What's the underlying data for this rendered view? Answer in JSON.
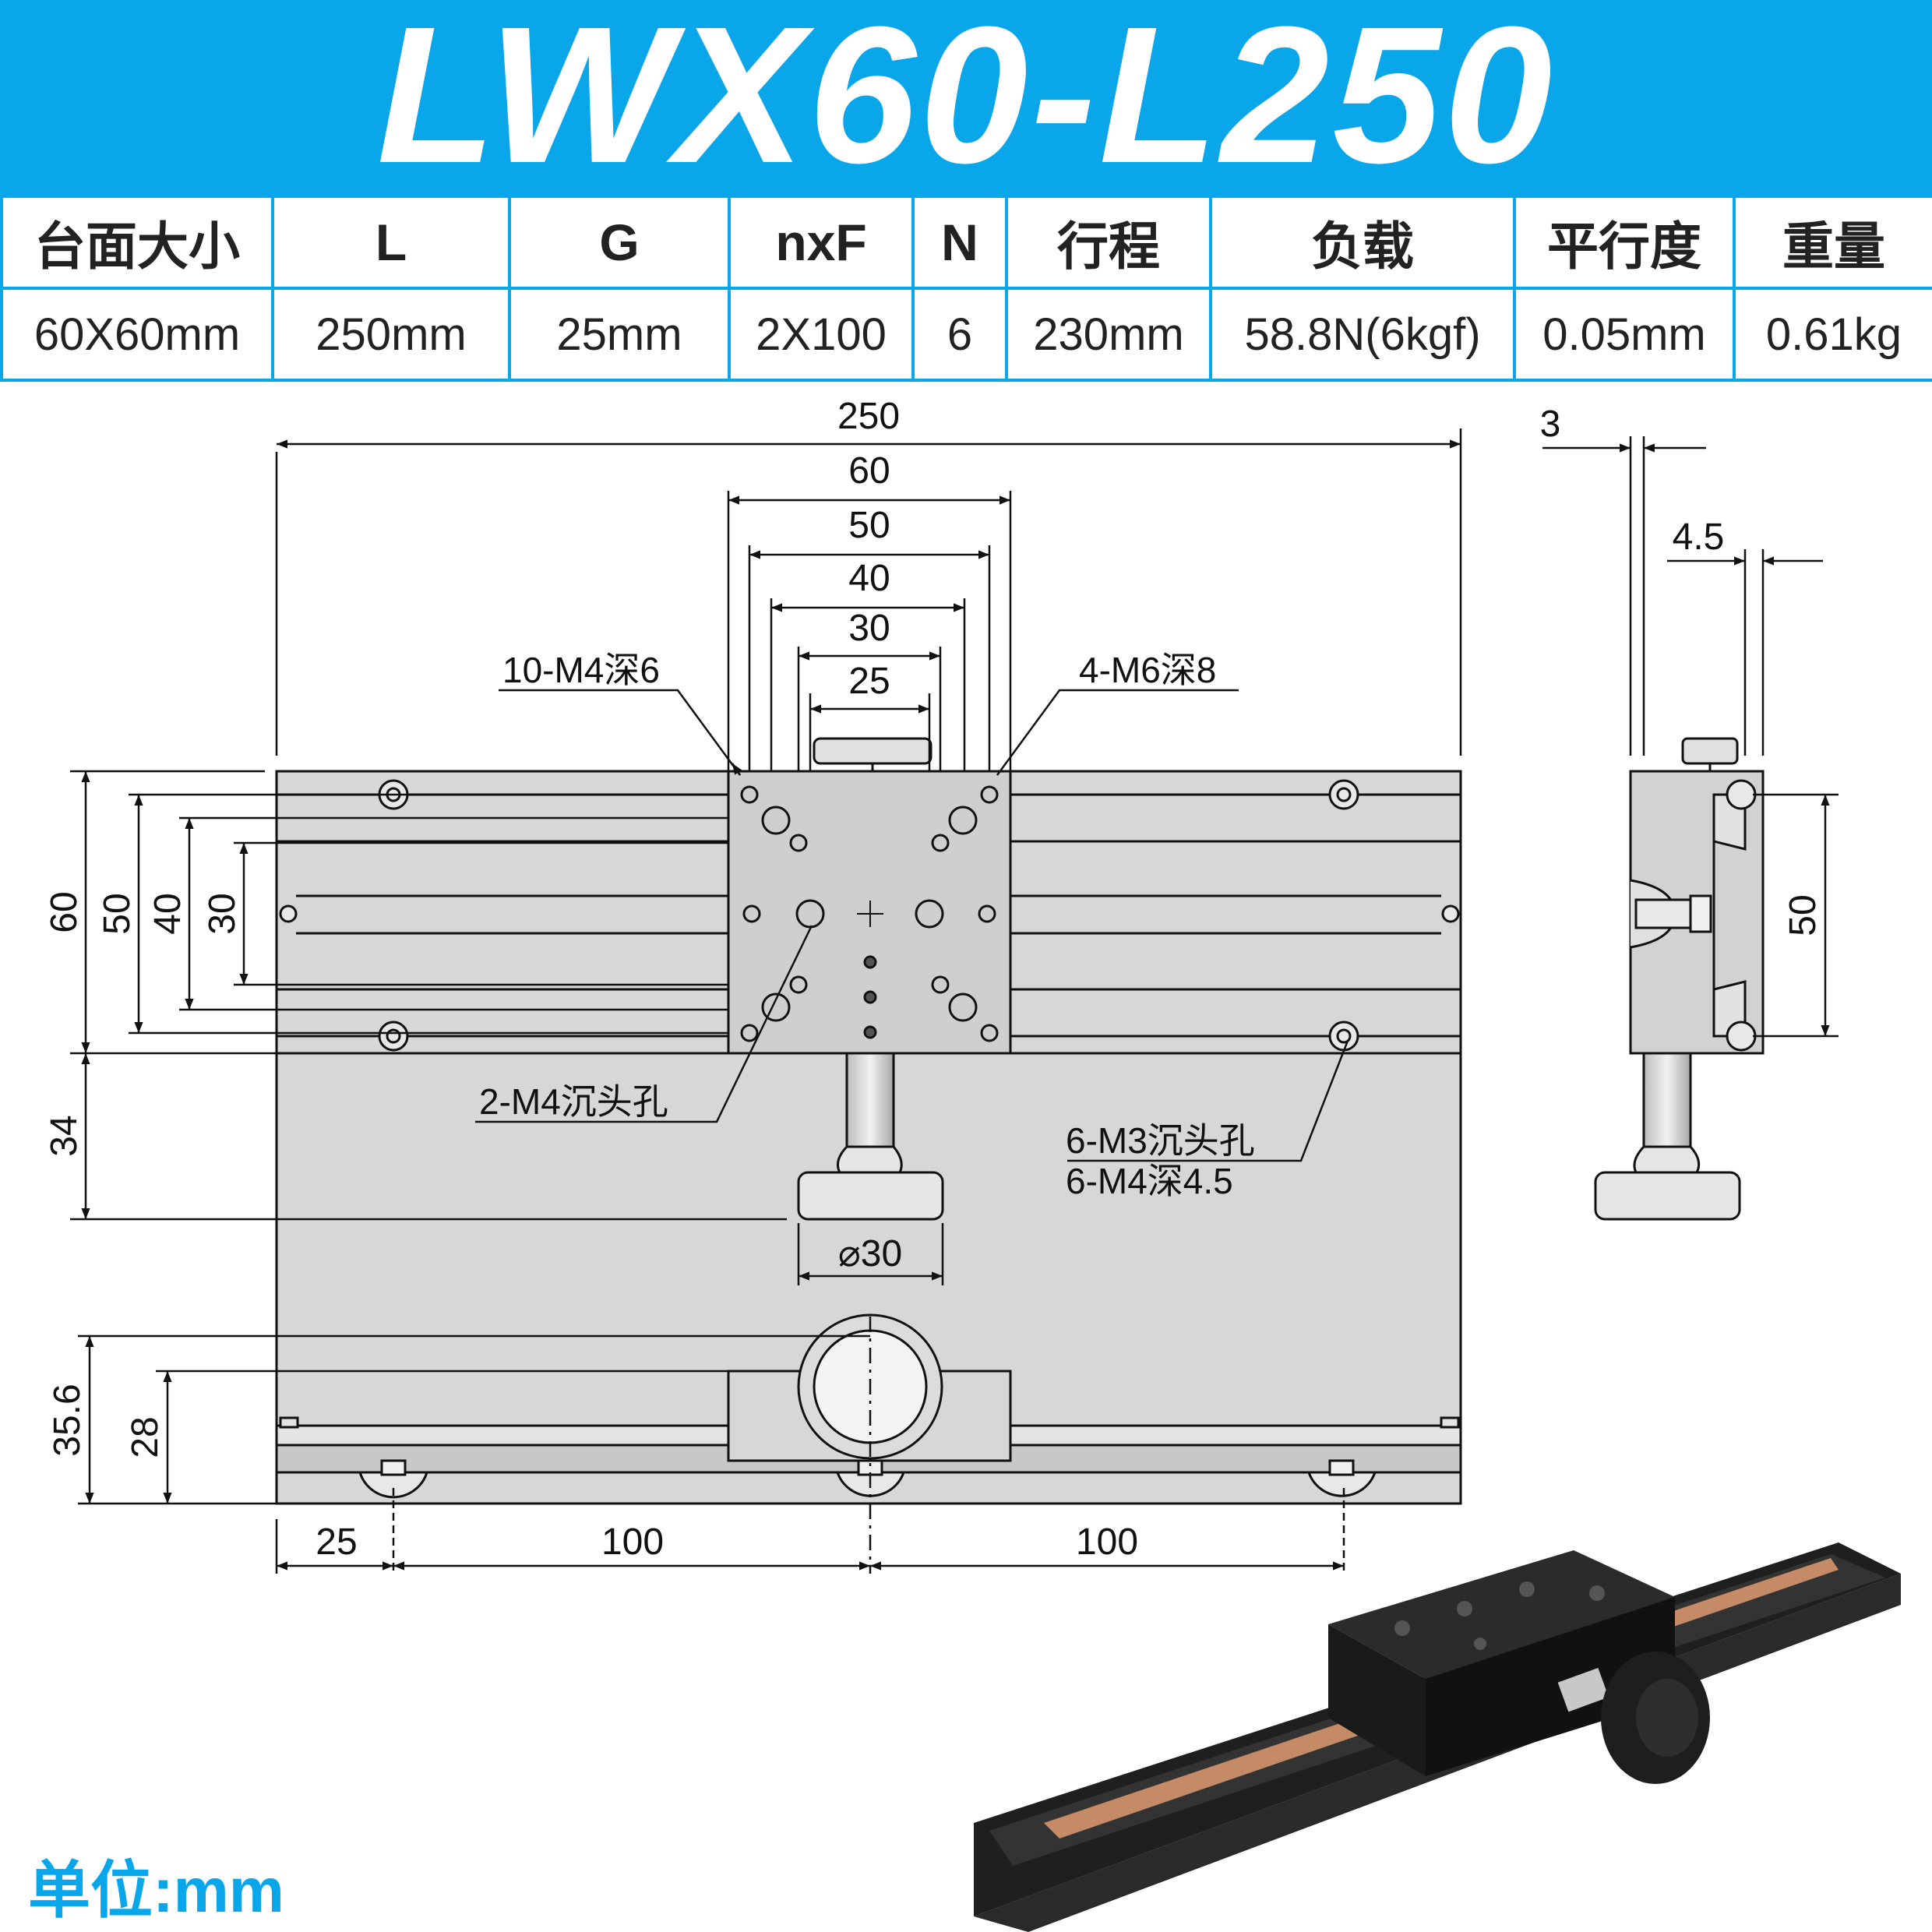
{
  "title": "LWX60-L250",
  "table": {
    "headers": [
      "台面大小",
      "L",
      "G",
      "nxF",
      "N",
      "行程",
      "负载",
      "平行度",
      "重量"
    ],
    "values": [
      "60X60mm",
      "250mm",
      "25mm",
      "2X100",
      "6",
      "230mm",
      "58.8N(6kgf)",
      "0.05mm",
      "0.61kg"
    ]
  },
  "dimensions": {
    "top_width": "250",
    "table_60": "60",
    "table_50": "50",
    "table_40": "40",
    "table_30": "30",
    "table_25": "25",
    "left_60": "60",
    "left_50": "50",
    "left_40": "40",
    "left_30": "30",
    "left_34": "34",
    "knob_dia": "⌀30",
    "side_3": "3",
    "side_45": "4.5",
    "side_50": "50",
    "front_356": "35.6",
    "front_28": "28",
    "bottom_25": "25",
    "bottom_100a": "100",
    "bottom_100b": "100"
  },
  "callouts": {
    "holes_m4": "10-M4深6",
    "holes_m6": "4-M6深8",
    "countersink_m4": "2-M4沉头孔",
    "countersink_m3": "6-M3沉头孔",
    "tapped_m4": "6-M4深4.5"
  },
  "unit": "单位:mm",
  "colors": {
    "accent": "#0aa6ea",
    "part_fill": "#d7d7d7",
    "line": "#111111"
  }
}
